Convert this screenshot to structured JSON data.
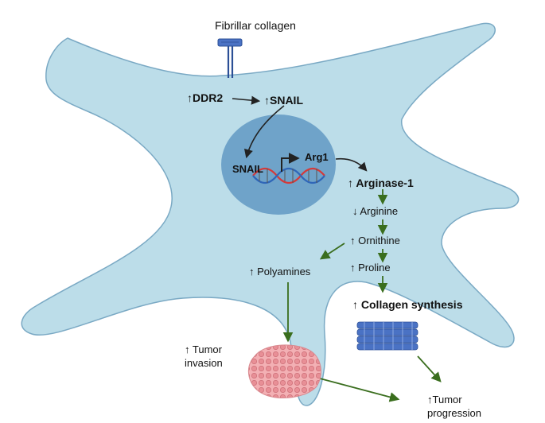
{
  "labels": {
    "fibrillar_collagen": "Fibrillar collagen",
    "ddr2": "↑DDR2",
    "snail_up": "↑SNAIL",
    "snail_nucleus": "SNAIL",
    "arg1": "Arg1",
    "arginase": "↑ Arginase-1",
    "arginine": "↓ Arginine",
    "ornithine": "↑ Ornithine",
    "proline": "↑ Proline",
    "collagen_synthesis": "↑ Collagen synthesis",
    "polyamines": "↑ Polyamines",
    "tumor_invasion_1": "↑ Tumor",
    "tumor_invasion_2": "invasion",
    "tumor_progression_1": "↑Tumor",
    "tumor_progression_2": "progression"
  },
  "colors": {
    "cell_fill": "#bcdde9",
    "cell_stroke": "#7aa9c4",
    "nucleus_fill": "#6fa3c9",
    "pathway_arrow": "#3a6e1e",
    "dna_red": "#d43a3a",
    "dna_blue": "#2f66b8",
    "collagen_blue": "#4a72c4",
    "tumor_pink": "#f0a3a8"
  }
}
